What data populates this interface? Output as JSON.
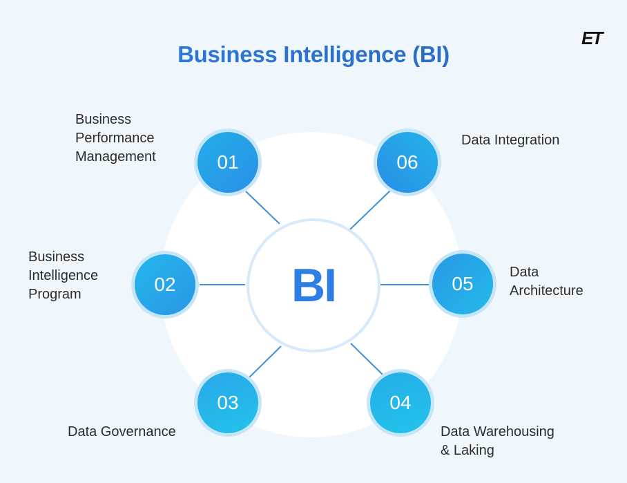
{
  "header": {
    "title": "Business Intelligence (BI)",
    "logo": "ET"
  },
  "center": {
    "label": "BI"
  },
  "nodes": [
    {
      "number": "01",
      "label": "Business Performance Management",
      "lines": [
        "Business",
        "Performance",
        "Management"
      ]
    },
    {
      "number": "02",
      "label": "Business Intelligence Program",
      "lines": [
        "Business",
        "Intelligence",
        "Program"
      ]
    },
    {
      "number": "03",
      "label": "Data Governance",
      "lines": [
        "Data Governance"
      ]
    },
    {
      "number": "04",
      "label": "Data Warehousing & Laking",
      "lines": [
        "Data Warehousing",
        "& Laking"
      ]
    },
    {
      "number": "05",
      "label": "Data Architecture",
      "lines": [
        "Data",
        "Architecture"
      ]
    },
    {
      "number": "06",
      "label": "Data Integration",
      "lines": [
        "Data Integration"
      ]
    }
  ],
  "colors": {
    "title_start": "#2f7ee3",
    "title_end": "#2a66b8",
    "node_dark": "#2b8fe6",
    "node_light": "#22c0ea",
    "connector": "#3d8fd6",
    "center_text": "#2f7ee3",
    "background": "#eff7fd"
  }
}
